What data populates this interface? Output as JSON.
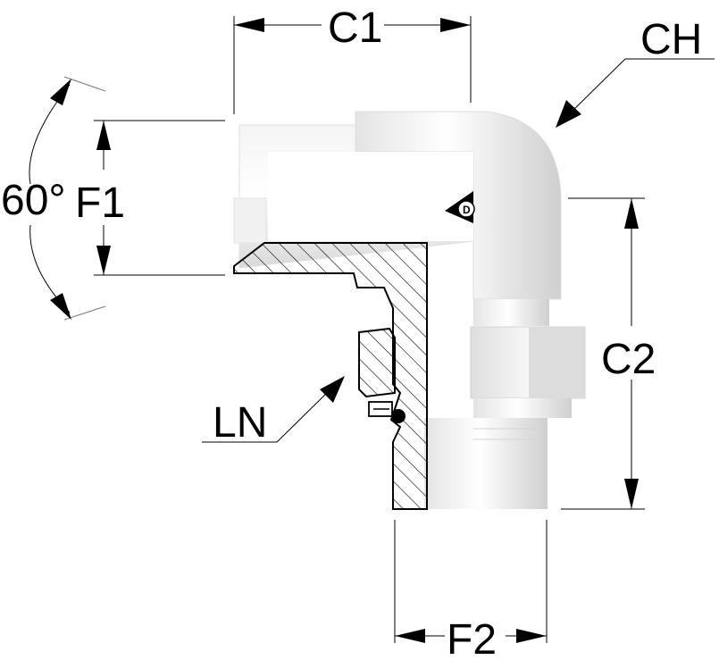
{
  "labels": {
    "c1": "C1",
    "c2": "C2",
    "ch": "CH",
    "f1": "F1",
    "f2": "F2",
    "ln": "LN",
    "angle": "60°"
  },
  "icons": {
    "logo": "brand-logo-icon"
  },
  "colors": {
    "line": "#000000",
    "face_light": "#ffffff",
    "face_mid": "#e6e6e6",
    "face_dark": "#c8c8c8",
    "hatch": "#000000"
  }
}
